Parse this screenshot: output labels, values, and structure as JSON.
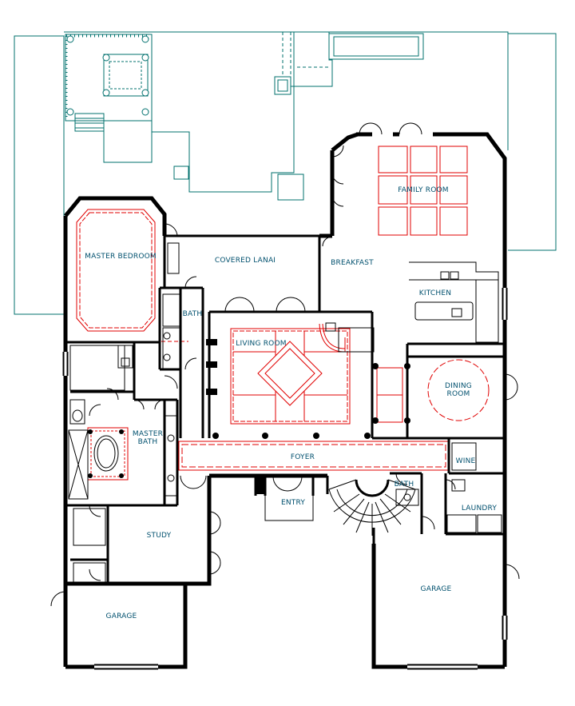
{
  "colors": {
    "wall": "#000000",
    "outline": "#00706e",
    "detail": "#e00000",
    "label": "#00506e",
    "background": "#ffffff"
  },
  "rooms": {
    "master_bedroom": "MASTER BEDROOM",
    "covered_lanai": "COVERED LANAI",
    "breakfast": "BREAKFAST",
    "family_room": "FAMILY ROOM",
    "kitchen": "KITCHEN",
    "bath_1": "BATH",
    "living_room": "LIVING ROOM",
    "dining_room_line1": "DINING",
    "dining_room_line2": "ROOM",
    "master_bath_line1": "MASTER",
    "master_bath_line2": "BATH",
    "foyer": "FOYER",
    "wine": "WINE",
    "entry": "ENTRY",
    "bath_2": "BATH",
    "laundry": "LAUNDRY",
    "study": "STUDY",
    "garage_left": "GARAGE",
    "garage_right": "GARAGE"
  }
}
